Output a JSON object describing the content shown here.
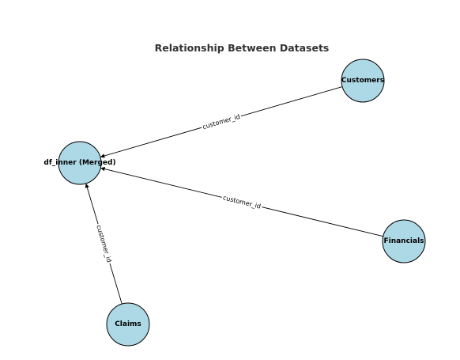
{
  "title": "Relationship Between Datasets",
  "colors": {
    "node_fill": "#add8e6",
    "node_stroke": "#000000",
    "edge": "#000000",
    "title": "#333333"
  },
  "nodes": [
    {
      "id": "merged",
      "label": "df_inner (Merged)"
    },
    {
      "id": "customers",
      "label": "Customers"
    },
    {
      "id": "financials",
      "label": "Financials"
    },
    {
      "id": "claims",
      "label": "Claims"
    }
  ],
  "edges": [
    {
      "from": "customers",
      "to": "merged",
      "label": "customer_id"
    },
    {
      "from": "financials",
      "to": "merged",
      "label": "customer_id"
    },
    {
      "from": "claims",
      "to": "merged",
      "label": "customer_id"
    }
  ]
}
